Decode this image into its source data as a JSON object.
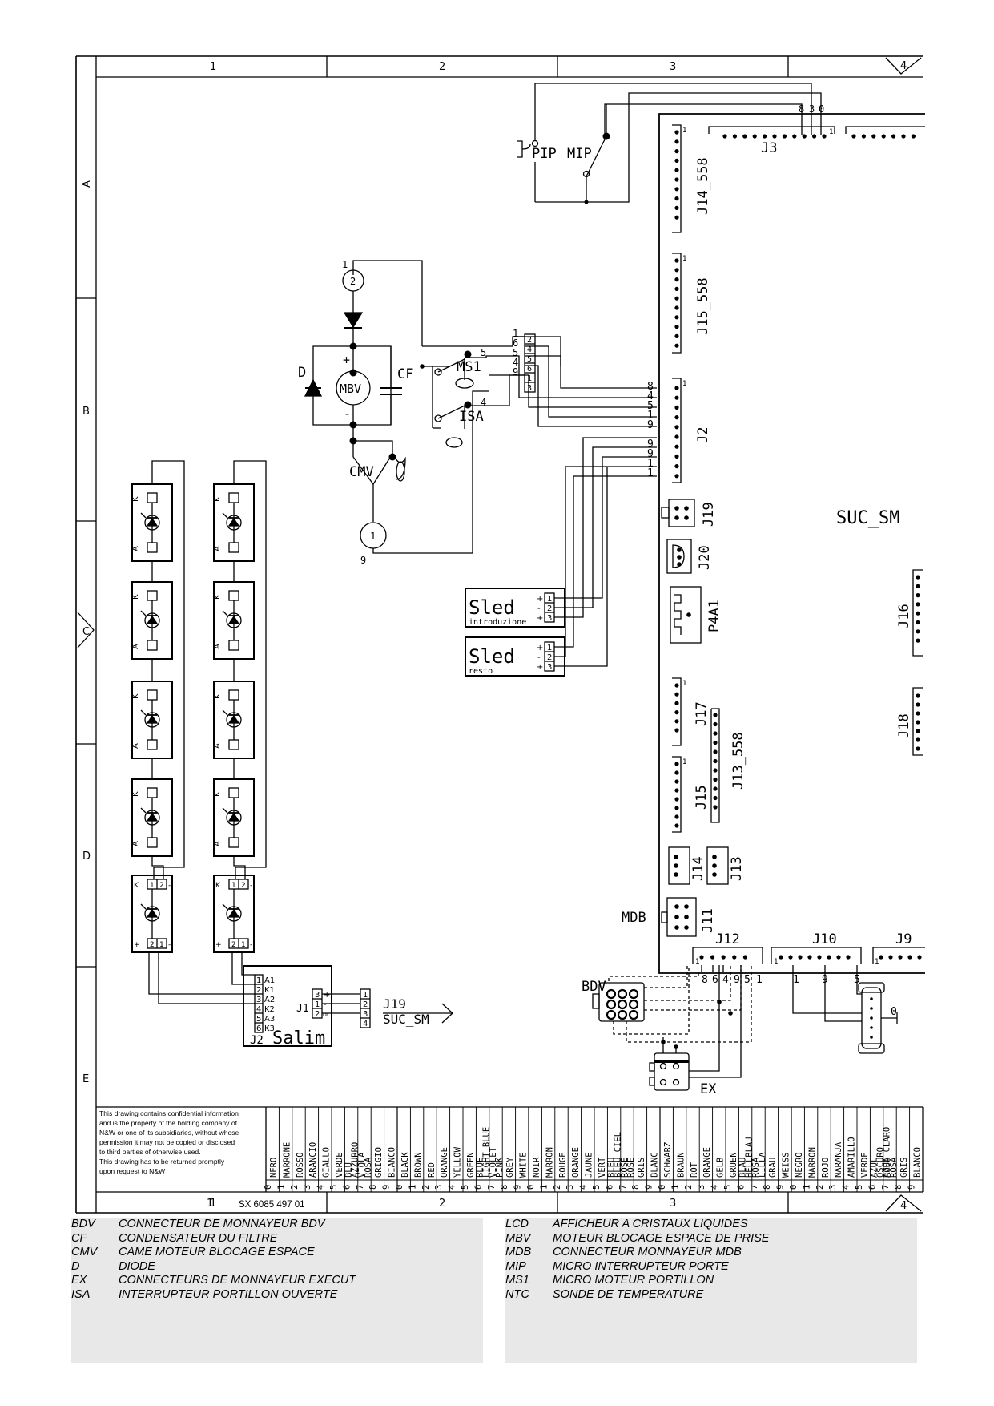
{
  "frame": {
    "columns_top": [
      "1",
      "2",
      "3",
      "4"
    ],
    "columns_bottom": [
      "1",
      "2",
      "3",
      "4"
    ],
    "rows": [
      "A",
      "B",
      "C",
      "D",
      "E"
    ]
  },
  "top_switches": {
    "pip": "PIP",
    "mip": "MIP",
    "pins": [
      "8",
      "3",
      "0"
    ]
  },
  "board": {
    "title": "SUC_SM",
    "connectors": {
      "j3": "J3",
      "j14_558": "J14_558",
      "j15_558": "J15_558",
      "j2": "J2",
      "j19": "J19",
      "j20": "J20",
      "p4a1": "P4A1",
      "j16": "J16",
      "j17": "J17",
      "j13_558": "J13_558",
      "j18": "J18",
      "j15": "J15",
      "j14": "J14",
      "j13": "J13",
      "j11": "J11",
      "mdb": "MDB",
      "j12": "J12",
      "j10": "J10",
      "j9": "J9"
    },
    "j2_wires_top": [
      "8",
      "4",
      "5",
      "1",
      "9"
    ],
    "j2_wires_bottom": [
      "9",
      "9",
      "1",
      "1"
    ],
    "j12_pins": [
      "8",
      "6",
      "4",
      "9",
      "5",
      "1"
    ],
    "j10_pins": [
      "1",
      "9",
      "5"
    ],
    "pin_one_marks": [
      "1"
    ]
  },
  "motor_section": {
    "mbv": "MBV",
    "cf": "CF",
    "d": "D",
    "ms1": "MS1",
    "isa": "ISA",
    "cmv": "CMV",
    "plus": "+",
    "minus": "-",
    "node_2": "2",
    "node_1": "1",
    "wire_1": "1",
    "wire_9": "9",
    "connector_left_labels": [
      "1",
      "6",
      "5",
      "4",
      "9"
    ],
    "connector_right_pins": [
      "2",
      "4",
      "5",
      "6",
      "1",
      "3"
    ],
    "ms1_wire": "5",
    "isa_wire": "4"
  },
  "sled_modules": [
    {
      "name": "Sled",
      "sub": "introduzione",
      "pins": [
        "1",
        "2",
        "3"
      ],
      "signs": [
        "+",
        "-",
        "+"
      ]
    },
    {
      "name": "Sled",
      "sub": "resto",
      "pins": [
        "1",
        "2",
        "3"
      ],
      "signs": [
        "+",
        "-",
        "+"
      ]
    }
  ],
  "led_section": {
    "k": "K",
    "a": "A",
    "end_pins_top": [
      "1",
      "2"
    ],
    "end_pins_bottom": [
      "2",
      "1"
    ],
    "end_signs": [
      "K",
      "-",
      "+",
      "-"
    ],
    "salim": {
      "title": "Salim",
      "j2": "J2",
      "j1": "J1",
      "pins": [
        "1",
        "2",
        "3",
        "4",
        "5",
        "6"
      ],
      "pin_labels": [
        "A1",
        "K1",
        "A2",
        "K2",
        "A3",
        "K3"
      ],
      "j1_pins": [
        "3",
        "1",
        "2"
      ],
      "j1_signs": [
        "+",
        "-",
        "or"
      ],
      "out_pins": [
        "1",
        "2",
        "3",
        "4"
      ],
      "arrow_label_1": "J19",
      "arrow_label_2": "SUC_SM"
    }
  },
  "bottom_connectors": {
    "bdv": "BDV",
    "ex": "EX",
    "zero": "0"
  },
  "title_block": {
    "notice": [
      "This drawing contains confidential information",
      "and is the property of the holding company of",
      "N&W or one of its subsidiaries, without whose",
      "permission it may not be copied or disclosed",
      "to third parties of otherwise used.",
      "This drawing has to be returned promptly",
      "upon request to N&W"
    ],
    "drawing_number": "SX 6085 497 01",
    "sheet": "1",
    "color_table": [
      [
        "0",
        "NERO"
      ],
      [
        "1",
        "MARRONE"
      ],
      [
        "2",
        "ROSSO"
      ],
      [
        "3",
        "ARANCIO"
      ],
      [
        "4",
        "GIALLO"
      ],
      [
        "5",
        "VERDE"
      ],
      [
        "6",
        "BLU",
        "AZZURRO"
      ],
      [
        "7",
        "VIOLA",
        "ROSA"
      ],
      [
        "8",
        "GRIGIO"
      ],
      [
        "9",
        "BIANCO"
      ],
      [
        "0",
        "BLACK"
      ],
      [
        "1",
        "BROWN"
      ],
      [
        "2",
        "RED"
      ],
      [
        "3",
        "ORANGE"
      ],
      [
        "4",
        "YELLOW"
      ],
      [
        "5",
        "GREEN"
      ],
      [
        "6",
        "BLUE",
        "LIGHT BLUE"
      ],
      [
        "7",
        "VIOLET",
        "PINK"
      ],
      [
        "8",
        "GREY"
      ],
      [
        "9",
        "WHITE"
      ],
      [
        "0",
        "NOIR"
      ],
      [
        "1",
        "MARRON"
      ],
      [
        "2",
        "ROUGE"
      ],
      [
        "3",
        "ORANGE"
      ],
      [
        "4",
        "JAUNE"
      ],
      [
        "5",
        "VERT"
      ],
      [
        "6",
        "BLEU",
        "BLEU CIEL"
      ],
      [
        "7",
        "ROSE",
        "ROSE"
      ],
      [
        "8",
        "GRIS"
      ],
      [
        "9",
        "BLANC"
      ],
      [
        "0",
        "SCHWARZ"
      ],
      [
        "1",
        "BRAUN"
      ],
      [
        "2",
        "ROT"
      ],
      [
        "3",
        "ORANGE"
      ],
      [
        "4",
        "GELB"
      ],
      [
        "5",
        "GRUEN"
      ],
      [
        "6",
        "BLAU",
        "HELLBLAU"
      ],
      [
        "7",
        "ROSA",
        "LILLA"
      ],
      [
        "8",
        "GRAU"
      ],
      [
        "9",
        "WEISS"
      ],
      [
        "0",
        "NEGRO"
      ],
      [
        "1",
        "MARRON"
      ],
      [
        "2",
        "ROJO"
      ],
      [
        "3",
        "NARANJA"
      ],
      [
        "4",
        "AMARILLO"
      ],
      [
        "5",
        "VERDE"
      ],
      [
        "6",
        "AZUL",
        "OSCURO",
        "AZUL CLARO"
      ],
      [
        "7",
        "ROSA",
        "ROSA"
      ],
      [
        "8",
        "GRIS"
      ],
      [
        "9",
        "BLANCO"
      ]
    ]
  },
  "legend": {
    "left": [
      {
        "code": "BDV",
        "desc": "CONNECTEUR DE MONNAYEUR BDV"
      },
      {
        "code": "CF",
        "desc": "CONDENSATEUR DU FILTRE"
      },
      {
        "code": "CMV",
        "desc": "CAME MOTEUR BLOCAGE ESPACE"
      },
      {
        "code": "D",
        "desc": "DIODE"
      },
      {
        "code": "EX",
        "desc": "CONNECTEURS DE MONNAYEUR EXECUT"
      },
      {
        "code": "ISA",
        "desc": "INTERRUPTEUR PORTILLON OUVERTE"
      }
    ],
    "right": [
      {
        "code": "LCD",
        "desc": "AFFICHEUR A CRISTAUX LIQUIDES"
      },
      {
        "code": "MBV",
        "desc": "MOTEUR BLOCAGE ESPACE DE PRISE"
      },
      {
        "code": "MDB",
        "desc": "CONNECTEUR  MONNAYEUR MDB"
      },
      {
        "code": "MIP",
        "desc": "MICRO INTERRUPTEUR PORTE"
      },
      {
        "code": "MS1",
        "desc": "MICRO MOTEUR PORTILLON"
      },
      {
        "code": "NTC",
        "desc": "SONDE DE TEMPERATURE"
      }
    ]
  }
}
